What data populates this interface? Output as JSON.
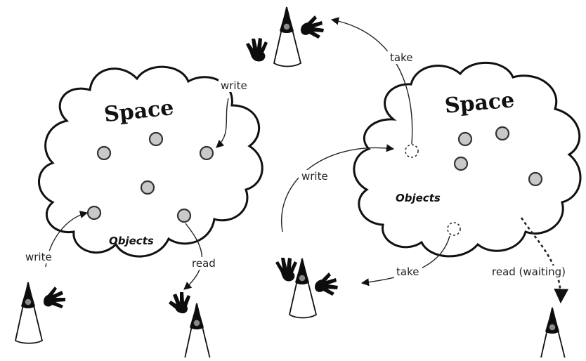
{
  "diagram": {
    "spaces": [
      {
        "title": "Space",
        "objects_label": "Objects"
      },
      {
        "title": "Space",
        "objects_label": "Objects"
      }
    ],
    "labels": {
      "write_top": "write",
      "write_left": "write",
      "read_left": "read",
      "take_top": "take",
      "write_middle": "write",
      "take_bottom": "take",
      "read_waiting": "read (waiting)"
    },
    "figures": [
      "duke-writer-top",
      "duke-writer-left",
      "duke-reader-left",
      "duke-taker-top",
      "duke-writer-right",
      "duke-reader-waiting"
    ]
  }
}
